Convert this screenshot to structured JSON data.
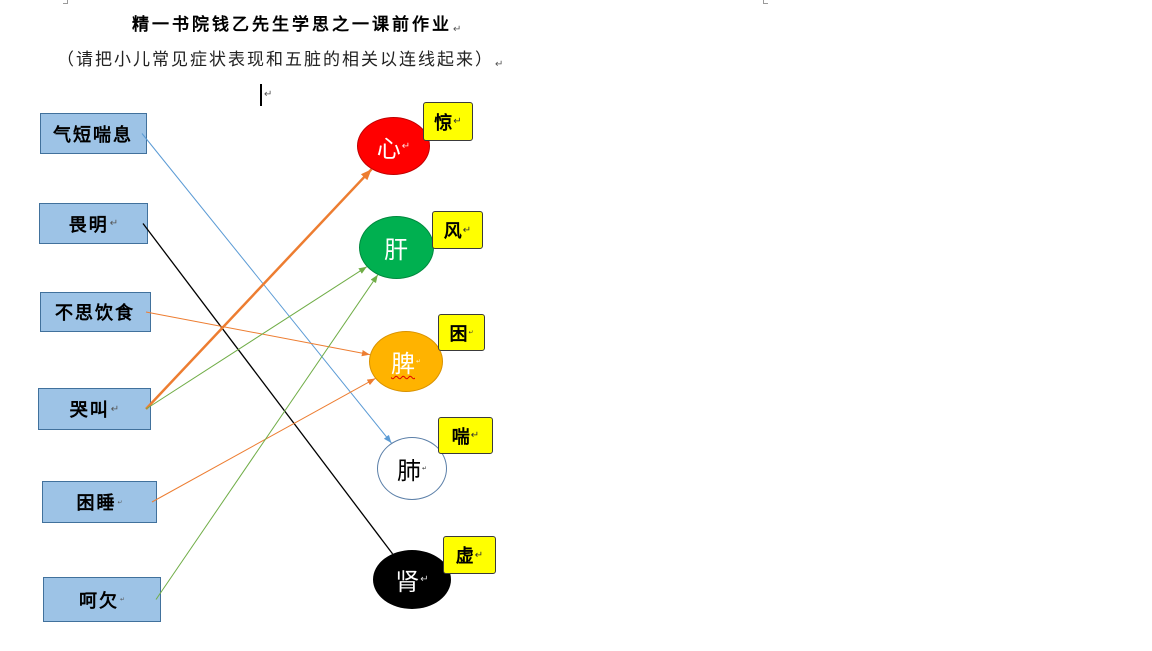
{
  "document": {
    "title": "精一书院钱乙先生学思之一课前作业",
    "subtitle": "（请把小儿常见症状表现和五脏的相关以连线起来）",
    "paragraph_mark": "↵"
  },
  "colors": {
    "symptom_fill": "#9DC3E6",
    "symptom_stroke": "#41719C",
    "tag_fill": "#FFFF00"
  },
  "symptoms": [
    {
      "label": "气短喘息",
      "mark": ""
    },
    {
      "label": "畏明",
      "mark": "↵"
    },
    {
      "label": "不思饮食",
      "mark": ""
    },
    {
      "label": "哭叫",
      "mark": "↵"
    },
    {
      "label": "困睡",
      "mark": "↵"
    },
    {
      "label": "呵欠",
      "mark": "↵"
    }
  ],
  "organs": [
    {
      "label": "心",
      "mark": "↵",
      "fill": "#FF0000",
      "stroke": "#C00000",
      "text_color": "#FFFFFF"
    },
    {
      "label": "肝",
      "mark": "",
      "fill": "#00B050",
      "stroke": "#00893E",
      "text_color": "#FFFFFF"
    },
    {
      "label": "脾",
      "mark": "↵",
      "fill": "#FFB300",
      "stroke": "#D99200",
      "text_color": "#FFFFFF"
    },
    {
      "label": "肺",
      "mark": "↵",
      "fill": "#FFFFFF",
      "stroke": "#5B7FA8",
      "text_color": "#000000"
    },
    {
      "label": "肾",
      "mark": "↵",
      "fill": "#000000",
      "stroke": "#000000",
      "text_color": "#FFFFFF"
    }
  ],
  "tags": [
    {
      "label": "惊",
      "mark": "↵"
    },
    {
      "label": "风",
      "mark": "↵"
    },
    {
      "label": "困",
      "mark": "↵"
    },
    {
      "label": "喘",
      "mark": "↵"
    },
    {
      "label": "虚",
      "mark": "↵"
    }
  ],
  "connections": [
    {
      "from": 0,
      "to": 3,
      "color": "#5B9BD5",
      "arrow": true
    },
    {
      "from": 1,
      "to": 4,
      "color": "#000000",
      "arrow": false
    },
    {
      "from": 2,
      "to": 2,
      "color": "#ED7D31",
      "arrow": true
    },
    {
      "from": 3,
      "to": 0,
      "color": "#ED7D31",
      "arrow": true
    },
    {
      "from": 3,
      "to": 1,
      "color": "#70AD47",
      "arrow": true
    },
    {
      "from": 4,
      "to": 2,
      "color": "#ED7D31",
      "arrow": true
    },
    {
      "from": 5,
      "to": 1,
      "color": "#70AD47",
      "arrow": true
    }
  ]
}
